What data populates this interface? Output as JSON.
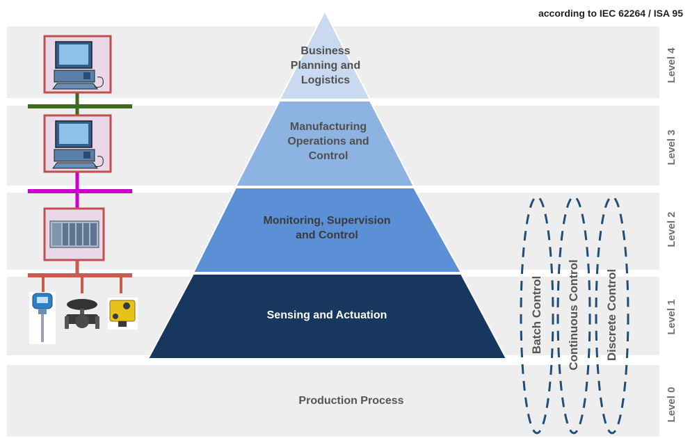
{
  "header": {
    "standard_note": "according  to IEC 62264  / ISA 95"
  },
  "levels": [
    {
      "label": "Level 4"
    },
    {
      "label": "Level 3"
    },
    {
      "label": "Level 2"
    },
    {
      "label": "Level 1"
    },
    {
      "label": "Level 0"
    }
  ],
  "pyramid": {
    "tier4": [
      "Business",
      "Planning and",
      "Logistics"
    ],
    "tier3": [
      "Manufacturing",
      "Operations and",
      "Control"
    ],
    "tier2": [
      "Monitoring, Supervision",
      "and Control"
    ],
    "tier1": [
      "Sensing and Actuation"
    ]
  },
  "production_process": "Production Process",
  "control_types": [
    "Batch Control",
    "Continuous Control",
    "Discrete Control"
  ],
  "colors": {
    "tier4": "#c9d9f0",
    "tier3": "#8db3e2",
    "tier2": "#5b8fd6",
    "tier1": "#17375e",
    "level_band": "#eeeeee",
    "bus_level3": "#3e6b1f",
    "bus_level2": "#cc00cc",
    "bus_level1": "#cc5a50",
    "device_frame": "#c0504d",
    "oval_dash": "#1f4e79"
  }
}
